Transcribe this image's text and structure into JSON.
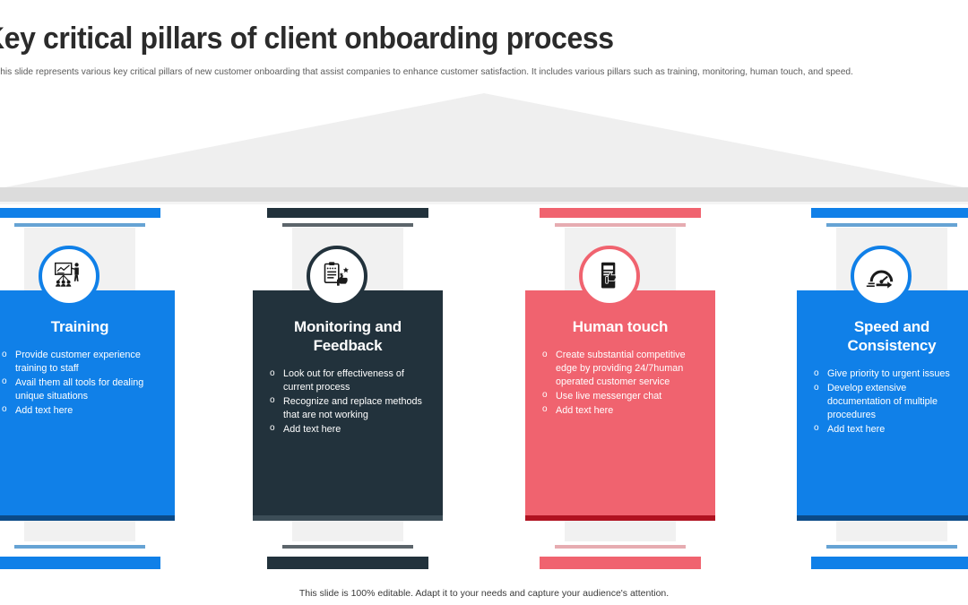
{
  "header": {
    "title": "Key critical pillars of client onboarding process",
    "subtitle": "This slide represents various key critical pillars of new customer onboarding that assist companies to enhance customer satisfaction. It includes various pillars such as training, monitoring, human touch, and speed."
  },
  "footer": {
    "note": "This slide is 100% editable. Adapt it to your needs and capture your audience's attention."
  },
  "colors": {
    "blue": "#1080e8",
    "blue_dark": "#0b4a87",
    "dark": "#22323c",
    "dark_edge": "#3c4d57",
    "red": "#f0636f",
    "red_dark": "#b01220",
    "roof": "#efefef",
    "architrave": "#dcdcdc",
    "shaft": "#f1f1f1"
  },
  "pillars": [
    {
      "id": "training",
      "title": "Training",
      "icon": "presentation-training-icon",
      "theme": "blue",
      "bullets": [
        "Provide customer experience training to staff",
        "Avail them all tools for dealing unique situations",
        "Add text here"
      ]
    },
    {
      "id": "monitoring-and-feedback",
      "title": "Monitoring and Feedback",
      "icon": "clipboard-rating-icon",
      "theme": "dark",
      "bullets": [
        "Look out for effectiveness of current process",
        "Recognize and replace methods that are not working",
        "Add text here"
      ]
    },
    {
      "id": "human-touch",
      "title": "Human touch",
      "icon": "phone-touch-icon",
      "theme": "red",
      "bullets": [
        "Create substantial competitive edge by providing 24/7human operated customer service",
        "Use live messenger chat",
        "Add text here"
      ]
    },
    {
      "id": "speed-and-consistency",
      "title": "Speed and Consistency",
      "icon": "speedometer-icon",
      "theme": "blue",
      "bullets": [
        "Give priority to urgent issues",
        "Develop extensive documentation of multiple procedures",
        "Add text here"
      ]
    }
  ]
}
